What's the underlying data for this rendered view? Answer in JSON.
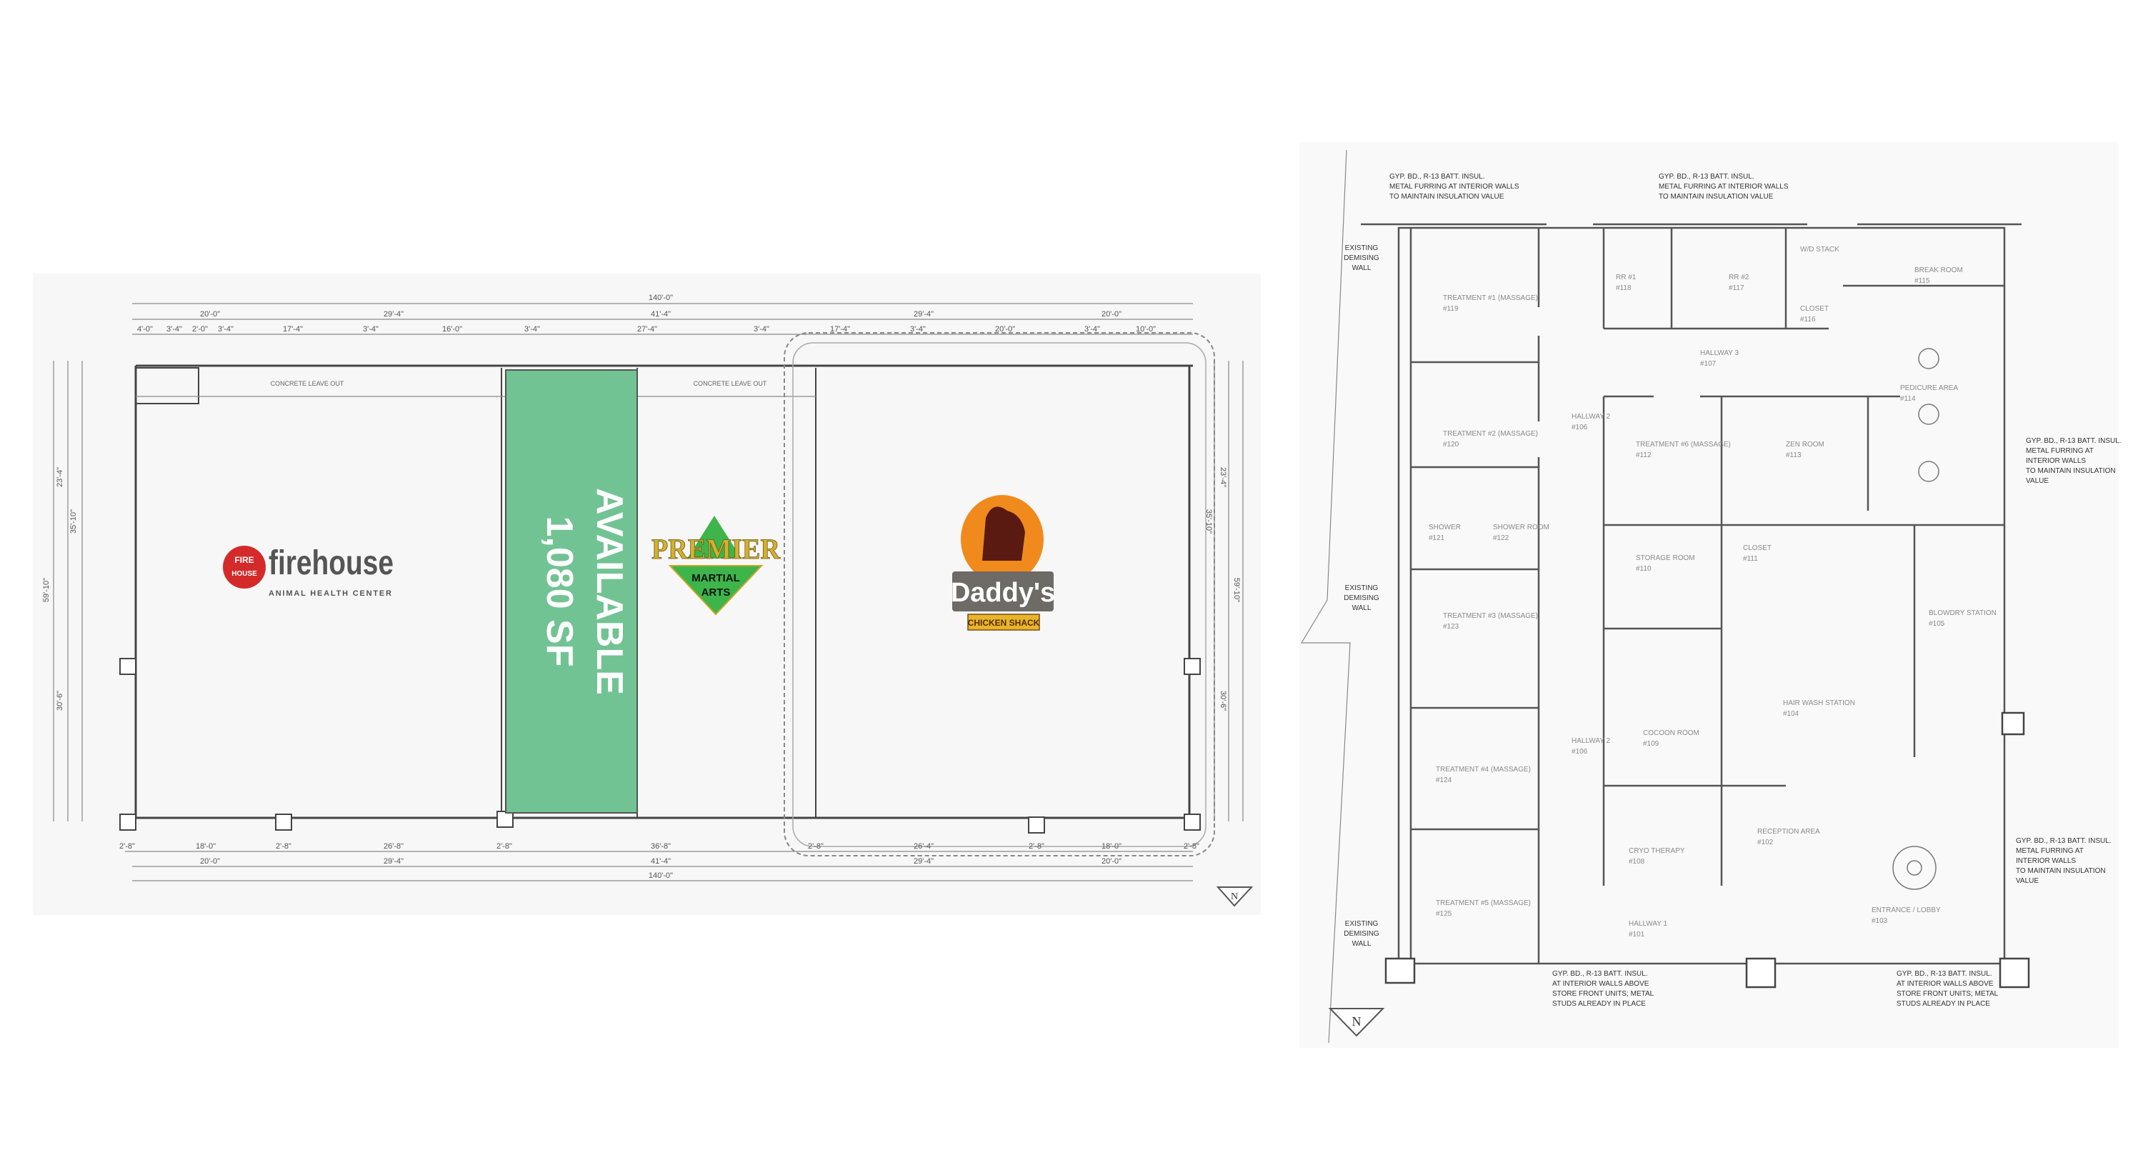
{
  "left_plan": {
    "total_top": "140'-0\"",
    "top_row2": [
      "20'-0\"",
      "29'-4\"",
      "41'-4\"",
      "29'-4\"",
      "20'-0\""
    ],
    "top_row3": [
      "4'-0\"",
      "3'-4\"",
      "2'-0\"",
      "3'-4\"",
      "17'-4\"",
      "3'-4\"",
      "16'-0\"",
      "3'-4\"",
      "27'-4\"",
      "3'-4\"",
      "17'-4\"",
      "3'-4\"",
      "20'-0\"",
      "3'-4\"",
      "10'-0\""
    ],
    "bottom_row1": [
      "2'-8\"",
      "18'-0\"",
      "2'-8\"",
      "26'-8\"",
      "2'-8\"",
      "36'-8\"",
      "2'-8\"",
      "26'-4\"",
      "2'-8\"",
      "18'-0\"",
      "2'-8\""
    ],
    "bottom_row2": [
      "20'-0\"",
      "29'-4\"",
      "41'-4\"",
      "29'-4\"",
      "20'-0\""
    ],
    "total_bottom": "140'-0\"",
    "left_dims": [
      "23'-4\"",
      "35'-10\"",
      "59'-10\"",
      "30'-6\""
    ],
    "right_dims": [
      "23'-4\"",
      "35'-10\"",
      "59'-10\"",
      "30'-6\""
    ],
    "concrete_labels": [
      "CONCRETE LEAVE OUT",
      "CONCRETE LEAVE OUT"
    ],
    "available": {
      "title": "AVAILABLE",
      "area": "1,080 SF",
      "color": "#72c393"
    },
    "tenants": {
      "firehouse": {
        "badge_top": "FIRE",
        "badge_bottom": "HOUSE",
        "name": "firehouse",
        "subtitle": "ANIMAL HEALTH CENTER",
        "color": "#d42a2a"
      },
      "premier": {
        "name": "PREMIER",
        "subtitle1": "MARTIAL",
        "subtitle2": "ARTS",
        "color": "#3db54a"
      },
      "daddys": {
        "name": "Daddy's",
        "subtitle": "CHICKEN SHACK",
        "color": "#f08a1c"
      }
    },
    "north": "N"
  },
  "right_plan": {
    "rooms": [
      {
        "name": "TREATMENT #1 (MASSAGE)",
        "number": "#119"
      },
      {
        "name": "RR #1",
        "number": "#118"
      },
      {
        "name": "RR #2",
        "number": "#117"
      },
      {
        "name": "W/D STACK",
        "number": ""
      },
      {
        "name": "CLOSET",
        "number": "#116"
      },
      {
        "name": "BREAK ROOM",
        "number": "#115"
      },
      {
        "name": "HALLWAY 3",
        "number": "#107"
      },
      {
        "name": "HALLWAY 2",
        "number": "#106"
      },
      {
        "name": "TREATMENT #2 (MASSAGE)",
        "number": "#120"
      },
      {
        "name": "TREATMENT #6 (MASSAGE)",
        "number": "#112"
      },
      {
        "name": "ZEN ROOM",
        "number": "#113"
      },
      {
        "name": "PEDICURE AREA",
        "number": "#114"
      },
      {
        "name": "SHOWER",
        "number": "#121"
      },
      {
        "name": "SHOWER ROOM",
        "number": "#122"
      },
      {
        "name": "STORAGE ROOM",
        "number": "#110"
      },
      {
        "name": "CLOSET",
        "number": "#111"
      },
      {
        "name": "TREATMENT #3 (MASSAGE)",
        "number": "#123"
      },
      {
        "name": "BLOWDRY STATION",
        "number": "#105"
      },
      {
        "name": "HAIR WASH STATION",
        "number": "#104"
      },
      {
        "name": "COCOON ROOM",
        "number": "#109"
      },
      {
        "name": "HALLWAY 2",
        "number": "#106"
      },
      {
        "name": "TREATMENT #4 (MASSAGE)",
        "number": "#124"
      },
      {
        "name": "RECEPTION AREA",
        "number": "#102"
      },
      {
        "name": "CRYO THERAPY",
        "number": "#108"
      },
      {
        "name": "TREATMENT #5 (MASSAGE)",
        "number": "#125"
      },
      {
        "name": "HALLWAY 1",
        "number": "#101"
      },
      {
        "name": "ENTRANCE / LOBBY",
        "number": "#103"
      }
    ],
    "notes": [
      [
        "GYP. BD., R-13 BATT. INSUL.",
        "METAL FURRING AT INTERIOR WALLS",
        "TO MAINTAIN INSULATION VALUE"
      ],
      [
        "GYP. BD., R-13 BATT. INSUL.",
        "METAL FURRING AT INTERIOR WALLS",
        "TO MAINTAIN INSULATION VALUE"
      ],
      [
        "GYP. BD., R-13 BATT. INSUL.",
        "METAL FURRING AT",
        "INTERIOR WALLS",
        "TO MAINTAIN INSULATION",
        "VALUE"
      ],
      [
        "GYP. BD., R-13 BATT. INSUL.",
        "METAL FURRING AT",
        "INTERIOR WALLS",
        "TO MAINTAIN INSULATION",
        "VALUE"
      ],
      [
        "GYP. BD., R-13 BATT. INSUL.",
        "AT INTERIOR WALLS ABOVE",
        "STORE FRONT UNITS; METAL",
        "STUDS ALREADY IN PLACE"
      ],
      [
        "GYP. BD., R-13 BATT. INSUL.",
        "AT INTERIOR WALLS ABOVE",
        "STORE FRONT UNITS; METAL",
        "STUDS ALREADY IN PLACE"
      ]
    ],
    "demising_labels": [
      [
        "EXISTING",
        "DEMISING",
        "WALL"
      ],
      [
        "EXISTING",
        "DEMISING",
        "WALL"
      ],
      [
        "EXISTING",
        "DEMISING",
        "WALL"
      ]
    ],
    "north": "N"
  }
}
